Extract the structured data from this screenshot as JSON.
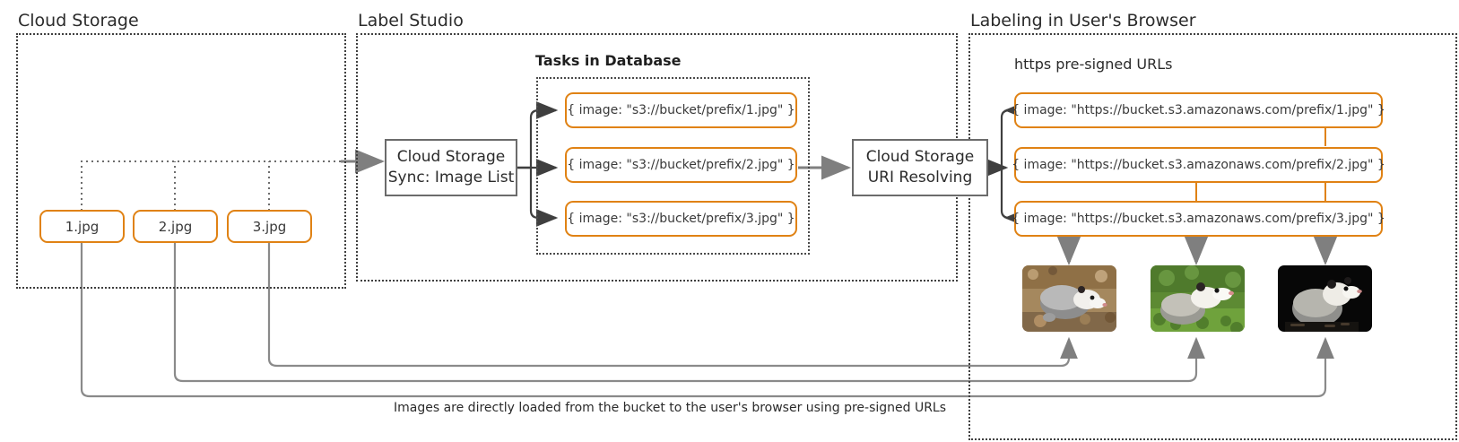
{
  "diagram": {
    "title": "Label Studio cloud storage pre-signed URL flow",
    "caption": "Images are directly loaded from the bucket to the user's browser using pre-signed URLs"
  },
  "panels": [
    {
      "id": "cloud-storage",
      "label": "Cloud Storage"
    },
    {
      "id": "label-studio",
      "label": "Label Studio"
    },
    {
      "id": "user-browser",
      "label": "Labeling in User's Browser"
    }
  ],
  "sections": {
    "tasks_in_database": "Tasks in Database",
    "presigned_urls": "https pre-signed URLs"
  },
  "files": [
    {
      "name": "1.jpg"
    },
    {
      "name": "2.jpg"
    },
    {
      "name": "3.jpg"
    }
  ],
  "processes": {
    "sync": {
      "line1": "Cloud Storage",
      "line2": "Sync: Image List"
    },
    "resolve": {
      "line1": "Cloud Storage",
      "line2": "URI Resolving"
    }
  },
  "tasks": [
    {
      "text": "{ image: \"s3://bucket/prefix/1.jpg\" }"
    },
    {
      "text": "{ image: \"s3://bucket/prefix/2.jpg\" }"
    },
    {
      "text": "{ image: \"s3://bucket/prefix/3.jpg\" }"
    }
  ],
  "resolved_urls": [
    {
      "text": "{ image: \"https://bucket.s3.amazonaws.com/prefix/1.jpg\" }"
    },
    {
      "text": "{ image: \"https://bucket.s3.amazonaws.com/prefix/2.jpg\" }"
    },
    {
      "text": "{ image: \"https://bucket.s3.amazonaws.com/prefix/3.jpg\" }"
    }
  ],
  "thumbnails": [
    {
      "alt": "opossum-on-leaf-litter",
      "bg": "#9a7c54"
    },
    {
      "alt": "opossum-in-green-grass",
      "bg": "#5d8a33"
    },
    {
      "alt": "opossum-on-black-background",
      "bg": "#0a0a0a"
    }
  ],
  "colors": {
    "accent_orange": "#e08214",
    "box_grey": "#6b6b6b",
    "arrow_grey": "#7f7f7f",
    "arrow_dark": "#3f3f3f",
    "text": "#2b2b2b"
  }
}
